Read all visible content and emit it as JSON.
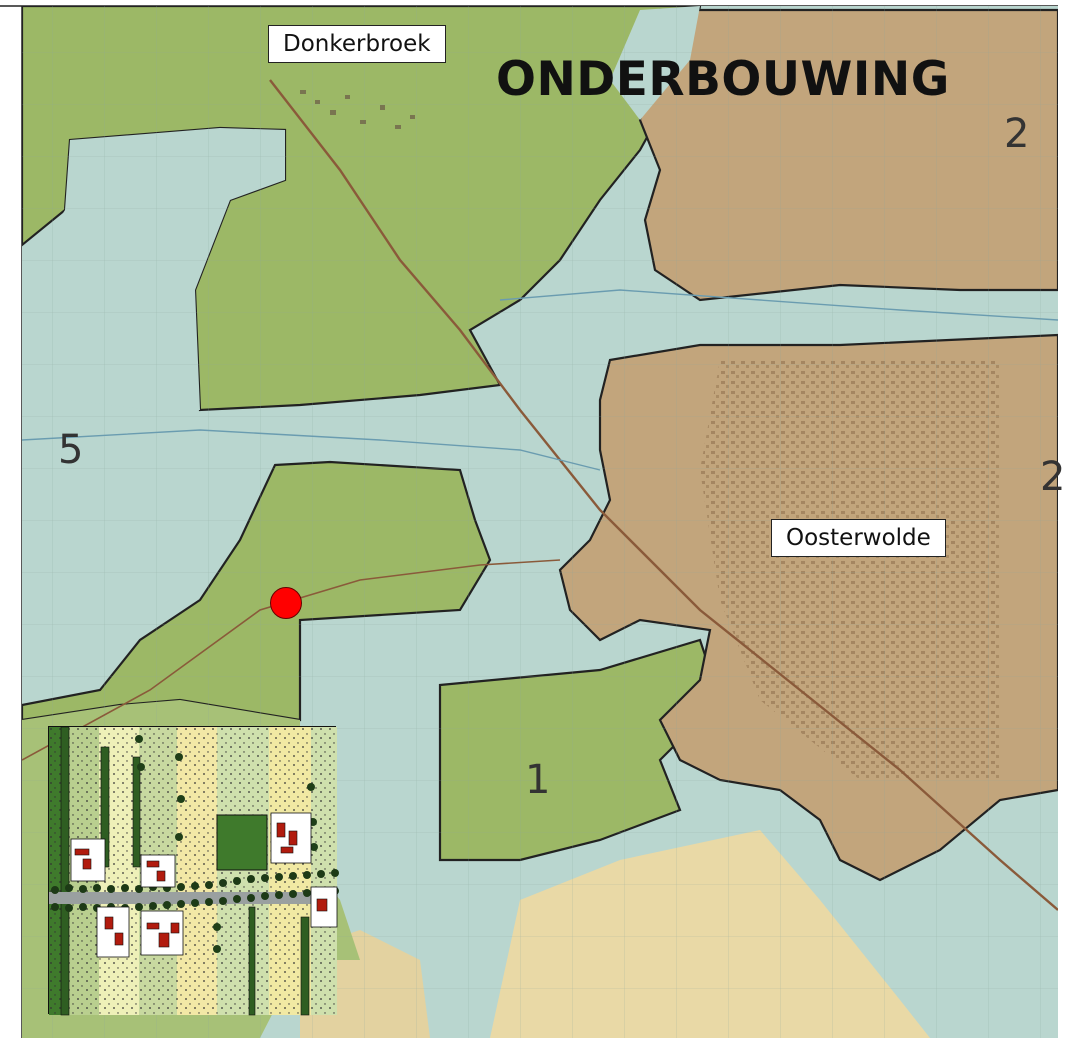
{
  "title": "ONDERBOUWING",
  "places": {
    "donkerbroek": "Donkerbroek",
    "oosterwolde": "Oosterwolde"
  },
  "zones": {
    "zone_1": "1",
    "zone_2": "2",
    "zone_2_edge": "2",
    "zone_5": "5"
  },
  "colors": {
    "zone_green": "#9cb866",
    "zone_blue": "#b9d6cf",
    "zone_brown": "#c2a57c",
    "zone_yellow": "#e9d9a6",
    "marker": "#ff0000"
  }
}
